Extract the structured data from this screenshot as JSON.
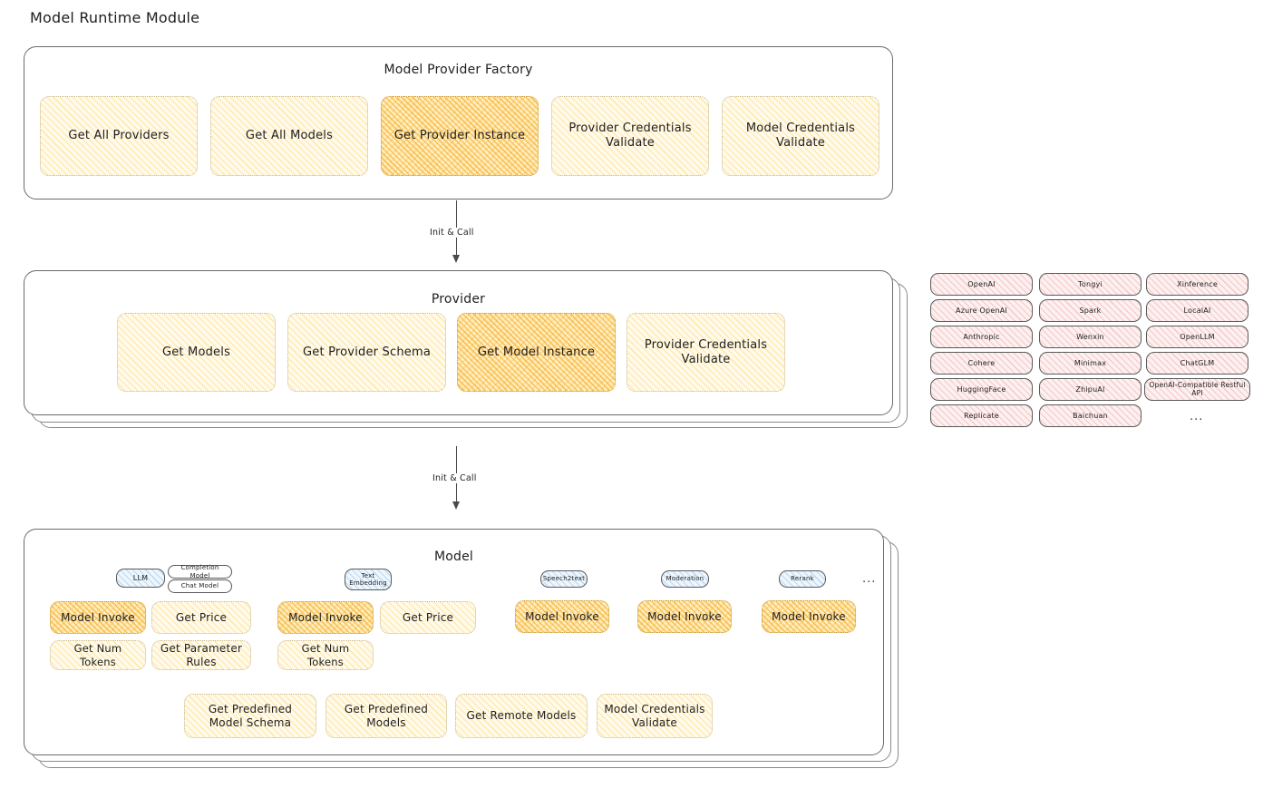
{
  "page": {
    "title": "Model Runtime Module"
  },
  "factory": {
    "title": "Model Provider Factory",
    "boxes": [
      {
        "label": "Get All Providers",
        "highlight": false
      },
      {
        "label": "Get All Models",
        "highlight": false
      },
      {
        "label": "Get Provider Instance",
        "highlight": true
      },
      {
        "label": "Provider Credentials Validate",
        "highlight": false
      },
      {
        "label": "Model Credentials Validate",
        "highlight": false
      }
    ]
  },
  "arrows": [
    {
      "label": "Init & Call"
    },
    {
      "label": "Init & Call"
    }
  ],
  "provider": {
    "title": "Provider",
    "boxes": [
      {
        "label": "Get Models",
        "highlight": false
      },
      {
        "label": "Get Provider Schema",
        "highlight": false
      },
      {
        "label": "Get Model Instance",
        "highlight": true
      },
      {
        "label": "Provider Credentials Validate",
        "highlight": false
      }
    ]
  },
  "provider_list": {
    "columns": [
      {
        "items": [
          "OpenAI",
          "Azure OpenAI",
          "Anthropic",
          "Cohere",
          "HuggingFace",
          "Replicate"
        ]
      },
      {
        "items": [
          "Tongyi",
          "Spark",
          "Wenxin",
          "Minimax",
          "ZhipuAI",
          "Baichuan"
        ]
      },
      {
        "items": [
          "Xinference",
          "LocalAI",
          "OpenLLM",
          "ChatGLM",
          "OpenAI-Compatible Restful API"
        ]
      }
    ],
    "more": "..."
  },
  "model": {
    "title": "Model",
    "more": "...",
    "types": [
      {
        "badge": "LLM",
        "tags": [
          "Completion Model",
          "Chat Model"
        ],
        "boxes": [
          {
            "label": "Model Invoke",
            "highlight": true
          },
          {
            "label": "Get Price",
            "highlight": false
          },
          {
            "label": "Get Num Tokens",
            "highlight": false
          },
          {
            "label": "Get Parameter Rules",
            "highlight": false
          }
        ]
      },
      {
        "badge": "Text Embedding",
        "tags": [],
        "boxes": [
          {
            "label": "Model Invoke",
            "highlight": true
          },
          {
            "label": "Get Price",
            "highlight": false
          },
          {
            "label": "Get Num Tokens",
            "highlight": false
          }
        ]
      },
      {
        "badge": "Speech2text",
        "tags": [],
        "boxes": [
          {
            "label": "Model Invoke",
            "highlight": true
          }
        ]
      },
      {
        "badge": "Moderation",
        "tags": [],
        "boxes": [
          {
            "label": "Model Invoke",
            "highlight": true
          }
        ]
      },
      {
        "badge": "Rerank",
        "tags": [],
        "boxes": [
          {
            "label": "Model Invoke",
            "highlight": true
          }
        ]
      }
    ],
    "common_boxes": [
      {
        "label": "Get Predefined Model Schema"
      },
      {
        "label": "Get Predefined Models"
      },
      {
        "label": "Get Remote Models"
      },
      {
        "label": "Model Credentials Validate"
      }
    ]
  }
}
